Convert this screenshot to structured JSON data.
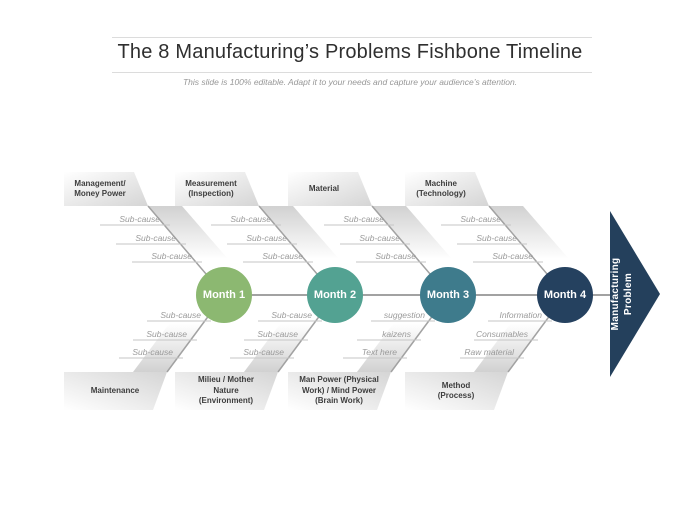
{
  "header": {
    "title": "The 8 Manufacturing’s Problems Fishbone Timeline",
    "subtitle": "This slide is 100% editable. Adapt it to your needs and capture your audience’s attention."
  },
  "fishbone": {
    "head": {
      "label": "Manufacturing Problem",
      "color": "#24405c"
    },
    "spokes": [
      {
        "month": "Month 1",
        "color": "#8cb871",
        "top_category": "Management/\nMoney Power",
        "bottom_category": "Maintenance",
        "top_subcauses": [
          "Sub-cause",
          "Sub-cause",
          "Sub-cause"
        ],
        "bottom_subcauses": [
          "Sub-cause",
          "Sub-cause",
          "Sub-cause"
        ]
      },
      {
        "month": "Month 2",
        "color": "#53a292",
        "top_category": "Measurement\n(Inspection)",
        "bottom_category": "Milieu / Mother\nNature\n(Environment)",
        "top_subcauses": [
          "Sub-cause",
          "Sub-cause",
          "Sub-cause"
        ],
        "bottom_subcauses": [
          "Sub-cause",
          "Sub-cause",
          "Sub-cause"
        ]
      },
      {
        "month": "Month 3",
        "color": "#3e7b8c",
        "top_category": "Material",
        "bottom_category": "Man Power (Physical\nWork) / Mind Power\n(Brain Work)",
        "top_subcauses": [
          "Sub-cause",
          "Sub-cause",
          "Sub-cause"
        ],
        "bottom_subcauses": [
          "suggestion",
          "kaizens",
          "Text here"
        ]
      },
      {
        "month": "Month 4",
        "color": "#25415f",
        "top_category": "Machine\n(Technology)",
        "bottom_category": "Method\n(Process)",
        "top_subcauses": [
          "Sub-cause",
          "Sub-cause",
          "Sub-cause"
        ],
        "bottom_subcauses": [
          "Information",
          "Consumables",
          "Raw material"
        ]
      }
    ]
  }
}
